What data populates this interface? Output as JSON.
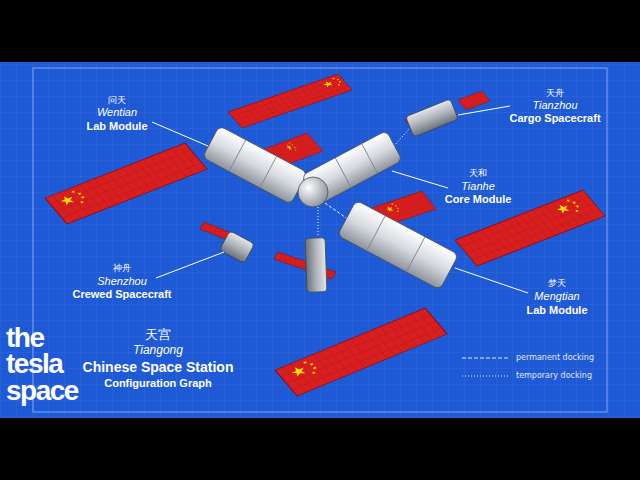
{
  "diagram": {
    "title": "Chinese Space Station",
    "labels": [
      "问天",
      "Wentian",
      "Lab Module",
      "天舟",
      "Tianzhou",
      "Cargo Spacecraft",
      "天和",
      "Tianhe",
      "Core Module",
      "神舟",
      "Shenzhou",
      "Crewed Spacecraft",
      "梦天",
      "Mengtian",
      "Lab Module",
      "天宫",
      "Tiangong",
      "Configuration Graph",
      "the",
      "tesla",
      "space"
    ],
    "legend": [
      {
        "text": "permanent docking"
      },
      {
        "text": "temporary docking"
      }
    ]
  }
}
